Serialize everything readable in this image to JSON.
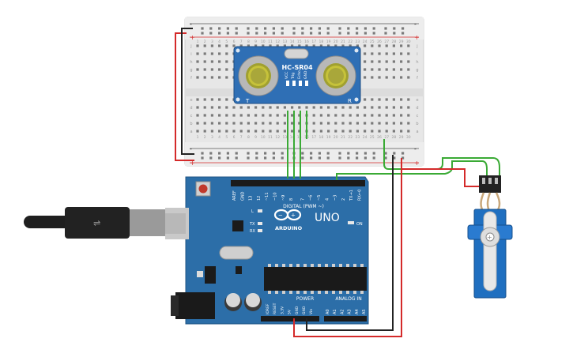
{
  "breadboard": {
    "rail_minus": "-",
    "rail_plus": "+",
    "row_letters_top": [
      "j",
      "i",
      "h",
      "g",
      "f"
    ],
    "row_letters_bottom": [
      "e",
      "d",
      "c",
      "b",
      "a"
    ],
    "column_numbers": [
      "1",
      "2",
      "3",
      "4",
      "5",
      "6",
      "7",
      "8",
      "9",
      "10",
      "11",
      "12",
      "13",
      "14",
      "15",
      "16",
      "17",
      "18",
      "19",
      "20",
      "21",
      "22",
      "23",
      "24",
      "25",
      "26",
      "27",
      "28",
      "29",
      "30"
    ]
  },
  "sensor": {
    "name": "HC-SR04",
    "pins": [
      "VCC",
      "Trig",
      "Echo",
      "GND"
    ],
    "side_left": "T",
    "side_right": "R"
  },
  "arduino": {
    "model": "UNO",
    "brand": "ARDUINO",
    "digital_header": "DIGITAL (PWM ~)",
    "power_header": "POWER",
    "analog_header": "ANALOG IN",
    "on_label": "ON",
    "l_label": "L",
    "tx_label": "TX",
    "rx_label": "RX",
    "digital_pins": [
      "AREF",
      "GND",
      "13",
      "12",
      "~11",
      "~10",
      "~9",
      "8",
      "7",
      "~6",
      "~5",
      "4",
      "~3",
      "2",
      "TX→1",
      "RX←0"
    ],
    "power_pins": [
      "IOREF",
      "RESET",
      "3.3V",
      "5V",
      "GND",
      "GND",
      "Vin"
    ],
    "analog_pins": [
      "A0",
      "A1",
      "A2",
      "A3",
      "A4",
      "A5"
    ]
  },
  "colors": {
    "board": "#2c6ea8",
    "breadboard": "#e9e9e9",
    "wire_green": "#3aaa35",
    "wire_red": "#d42a2a",
    "wire_black": "#222222",
    "servo": "#1f6fc0"
  },
  "icons": {
    "usb_cable": "usb-cable-icon",
    "infinity_logo": "arduino-infinity-logo"
  }
}
